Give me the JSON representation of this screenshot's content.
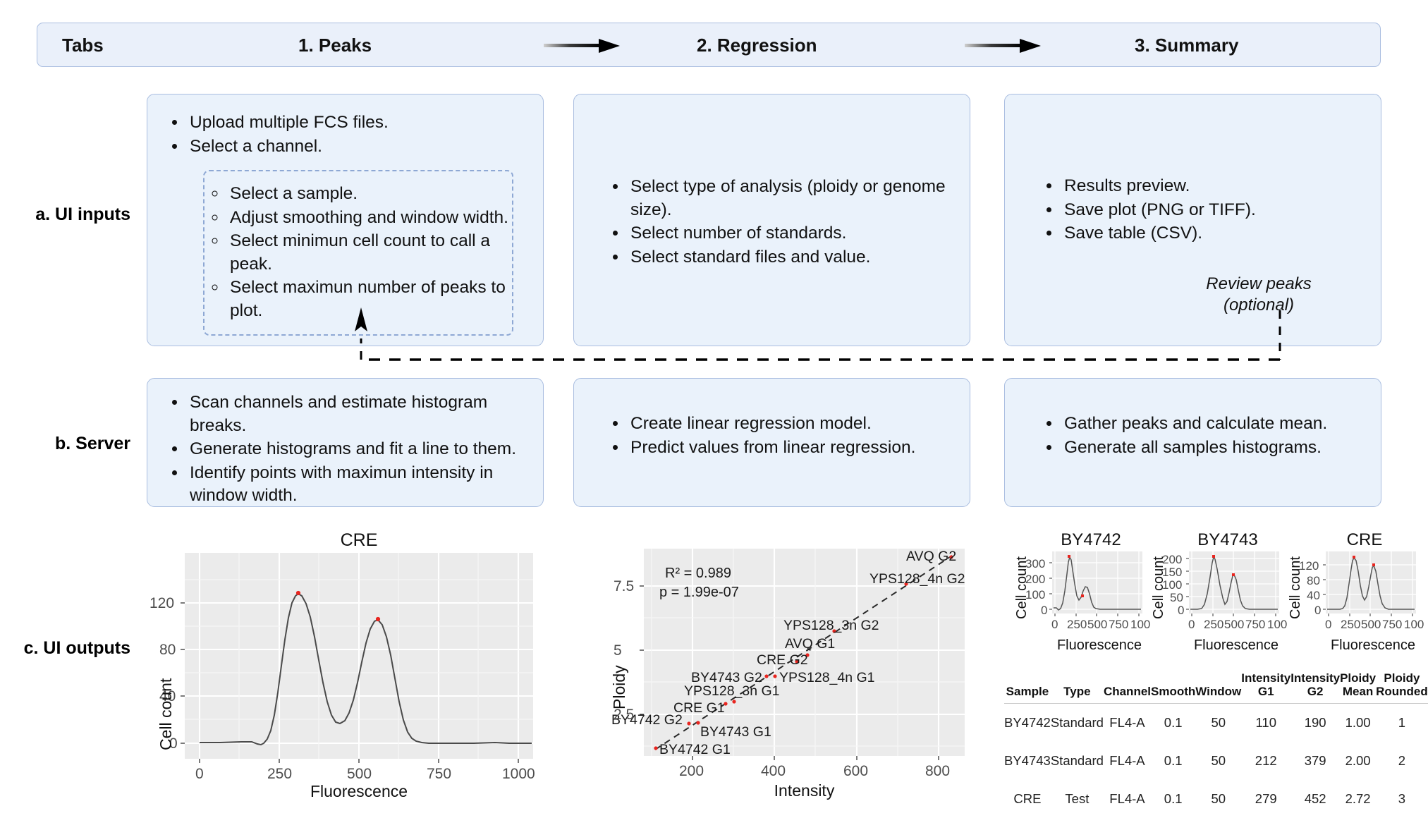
{
  "tabbar": {
    "label": "Tabs",
    "steps": [
      "1. Peaks",
      "2. Regression",
      "3. Summary"
    ],
    "arrow_icon": "arrow-right-icon",
    "bg": "#eaf0fa",
    "border": "#a9bde0"
  },
  "rows": {
    "a": "a. UI inputs",
    "b": "b. Server",
    "c": "c. UI outputs"
  },
  "ui_inputs": {
    "peaks": {
      "items": [
        "Upload multiple FCS files.",
        "Select a channel."
      ],
      "sub_items": [
        "Select a sample.",
        "Adjust smoothing and window width.",
        "Select minimun cell count to call a peak.",
        "Select maximun number of peaks to plot."
      ]
    },
    "regression": {
      "items": [
        "Select type of analysis (ploidy or genome size).",
        "Select number of standards.",
        "Select standard files and value."
      ]
    },
    "summary": {
      "items": [
        "Results preview.",
        "Save plot (PNG or TIFF).",
        "Save table (CSV)."
      ],
      "note": "Review peaks\n(optional)"
    }
  },
  "server": {
    "peaks": {
      "items": [
        "Scan channels and estimate histogram breaks.",
        "Generate histograms and fit a line to them.",
        "Identify points with maximun intensity in window width."
      ]
    },
    "regression": {
      "items": [
        "Create linear regression model.",
        "Predict values from linear regression."
      ]
    },
    "summary": {
      "items": [
        "Gather peaks and calculate mean.",
        "Generate all samples histograms."
      ]
    }
  },
  "chart_data": [
    {
      "id": "cre-histogram",
      "type": "line",
      "title": "CRE",
      "xlabel": "Fluorescence",
      "ylabel": "Cell count",
      "xlim": [
        0,
        1040
      ],
      "ylim": [
        -4,
        132
      ],
      "xticks": [
        0,
        250,
        500,
        750,
        1000
      ],
      "yticks": [
        0,
        40,
        80,
        120
      ],
      "grid": true,
      "peaks": [
        {
          "x": 278,
          "y": 122
        },
        {
          "x": 452,
          "y": 100
        }
      ],
      "peak_color": "#e8251f"
    },
    {
      "id": "regression-scatter",
      "type": "scatter",
      "xlabel": "Intensity",
      "ylabel": "Ploidy",
      "xlim": [
        80,
        820
      ],
      "ylim": [
        0.6,
        8.6
      ],
      "xticks": [
        200,
        400,
        600,
        800
      ],
      "yticks": [
        2.5,
        5.0,
        7.5
      ],
      "grid": true,
      "annotations": {
        "r2": "R² = 0.989",
        "p": "p = 1.99e-07"
      },
      "fit_line": "dashed",
      "points": [
        {
          "label": "BY4742 G1",
          "x": 110,
          "y": 1.0,
          "label_pos": "right"
        },
        {
          "label": "BY4742 G2",
          "x": 190,
          "y": 2.0,
          "label_pos": "left"
        },
        {
          "label": "BY4743 G1",
          "x": 212,
          "y": 2.0,
          "label_pos": "right"
        },
        {
          "label": "CRE G1",
          "x": 279,
          "y": 2.72,
          "label_pos": "left"
        },
        {
          "label": "YPS128_3n G1",
          "x": 300,
          "y": 3.0,
          "label_pos": "left"
        },
        {
          "label": "BY4743 G2",
          "x": 379,
          "y": 4.0,
          "label_pos": "left"
        },
        {
          "label": "YPS128_4n G1",
          "x": 400,
          "y": 4.0,
          "label_pos": "right"
        },
        {
          "label": "CRE G2",
          "x": 452,
          "y": 4.5,
          "label_pos": "left"
        },
        {
          "label": "AVQ G1",
          "x": 478,
          "y": 5.0,
          "label_pos": "left"
        },
        {
          "label": "YPS128_3n G2",
          "x": 510,
          "y": 6.0,
          "label_pos": "left"
        },
        {
          "label": "YPS128_4n G2",
          "x": 683,
          "y": 8.0,
          "label_pos": "left"
        },
        {
          "label": "AVQ G2",
          "x": 793,
          "y": 8.5,
          "label_pos": "left"
        }
      ],
      "point_color": "#e8251f"
    },
    {
      "id": "mini-by4742",
      "type": "line",
      "title": "BY4742",
      "xlabel": "Fluorescence",
      "ylabel": "Cell count",
      "xticks": [
        "0",
        "250",
        "500",
        "750",
        "100"
      ],
      "yticks": [
        0,
        100,
        200,
        300
      ],
      "peaks": [
        {
          "x": 110,
          "y": 365
        },
        {
          "x": 190,
          "y": 163
        }
      ],
      "peak_color": "#e8251f"
    },
    {
      "id": "mini-by4743",
      "type": "line",
      "title": "BY4743",
      "xlabel": "Fluorescence",
      "ylabel": "Cell count",
      "xticks": [
        "0",
        "250",
        "500",
        "750",
        "100"
      ],
      "yticks": [
        0,
        50,
        100,
        150,
        200
      ],
      "peaks": [
        {
          "x": 212,
          "y": 218
        },
        {
          "x": 379,
          "y": 118
        }
      ],
      "peak_color": "#e8251f"
    },
    {
      "id": "mini-cre",
      "type": "line",
      "title": "CRE",
      "xlabel": "Fluorescence",
      "ylabel": "Cell count",
      "xticks": [
        "0",
        "250",
        "500",
        "750",
        "100"
      ],
      "yticks": [
        0,
        40,
        80,
        120
      ],
      "peaks": [
        {
          "x": 279,
          "y": 122
        },
        {
          "x": 452,
          "y": 100
        }
      ],
      "peak_color": "#e8251f"
    }
  ],
  "summary_table": {
    "columns": [
      "Sample",
      "Type",
      "Channel",
      "Smooth",
      "Window",
      "Intensity G1",
      "Intensity G2",
      "Ploidy Mean",
      "Ploidy Rounded"
    ],
    "rows": [
      [
        "BY4742",
        "Standard",
        "FL4-A",
        "0.1",
        "50",
        "110",
        "190",
        "1.00",
        "1"
      ],
      [
        "BY4743",
        "Standard",
        "FL4-A",
        "0.1",
        "50",
        "212",
        "379",
        "2.00",
        "2"
      ],
      [
        "CRE",
        "Test",
        "FL4-A",
        "0.1",
        "50",
        "279",
        "452",
        "2.72",
        "3"
      ]
    ]
  }
}
